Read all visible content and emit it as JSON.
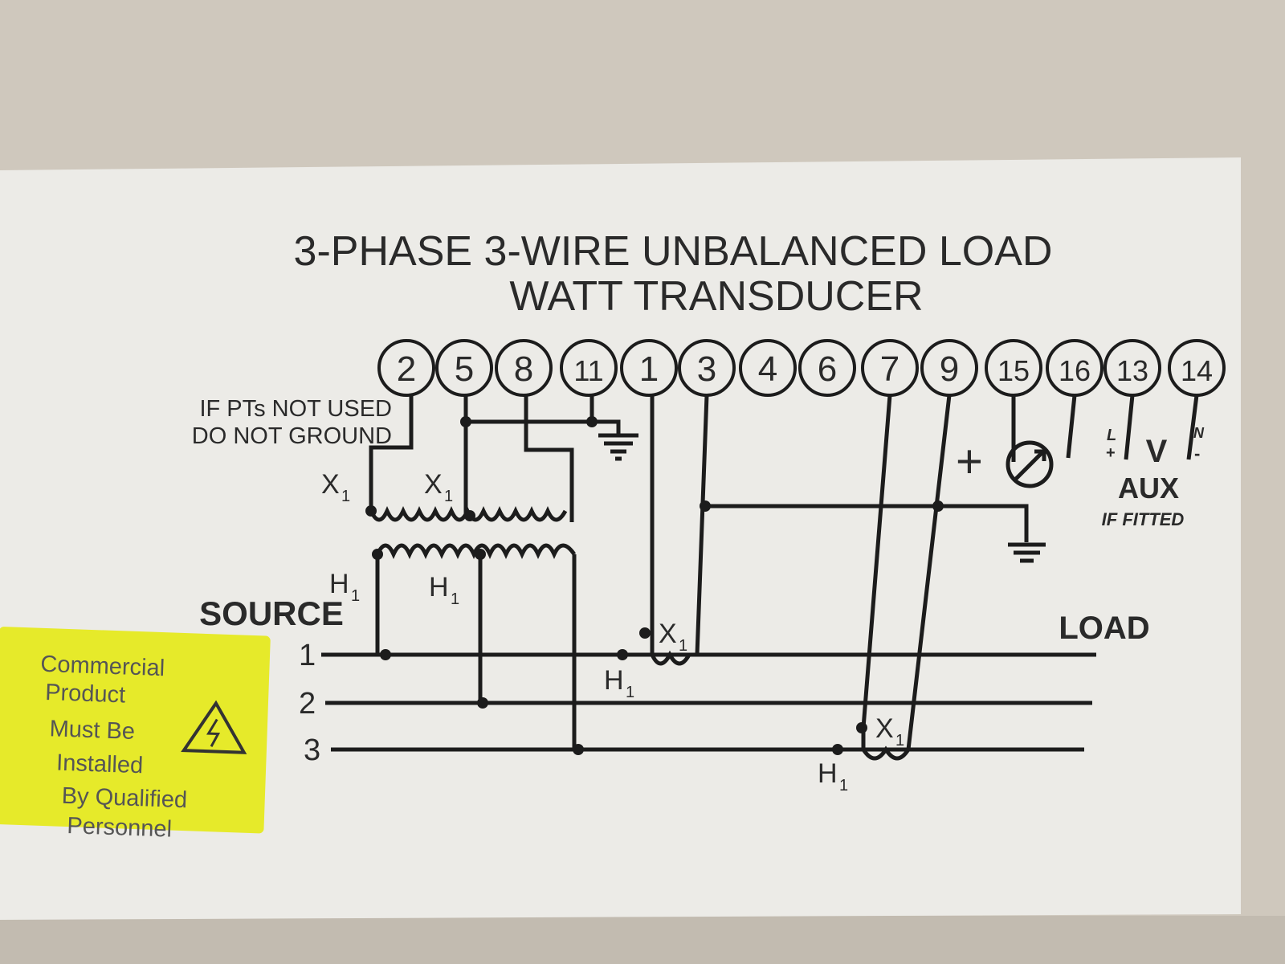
{
  "title": {
    "line1": "3-PHASE 3-WIRE UNBALANCED LOAD",
    "line2": "WATT TRANSDUCER"
  },
  "terminals": [
    "2",
    "5",
    "8",
    "11",
    "1",
    "3",
    "4",
    "6",
    "7",
    "9",
    "15",
    "16",
    "13",
    "14"
  ],
  "notes": {
    "pt_note_line1": "IF PTs NOT USED",
    "pt_note_line2": "DO NOT GROUND"
  },
  "labels": {
    "x1": "X",
    "h1": "H",
    "sub1": "1",
    "source": "SOURCE",
    "load": "LOAD",
    "line1": "1",
    "line2": "2",
    "line3": "3",
    "plus": "+",
    "aux_l": "L",
    "aux_plus": "+",
    "aux_n": "N",
    "aux_minus": "-",
    "aux_v": "V",
    "aux": "AUX",
    "aux_if_fitted": "IF FITTED"
  },
  "sticker": {
    "lines": [
      "Commercial",
      "Product",
      "Must Be",
      "Installed",
      "By Qualified",
      "Personnel"
    ],
    "color": "#e6ea2a",
    "icon": "electrical-hazard-warning-icon"
  },
  "colors": {
    "label": "#ecebe7",
    "background": "#cfc8bd",
    "ink": "#1c1c1c"
  }
}
